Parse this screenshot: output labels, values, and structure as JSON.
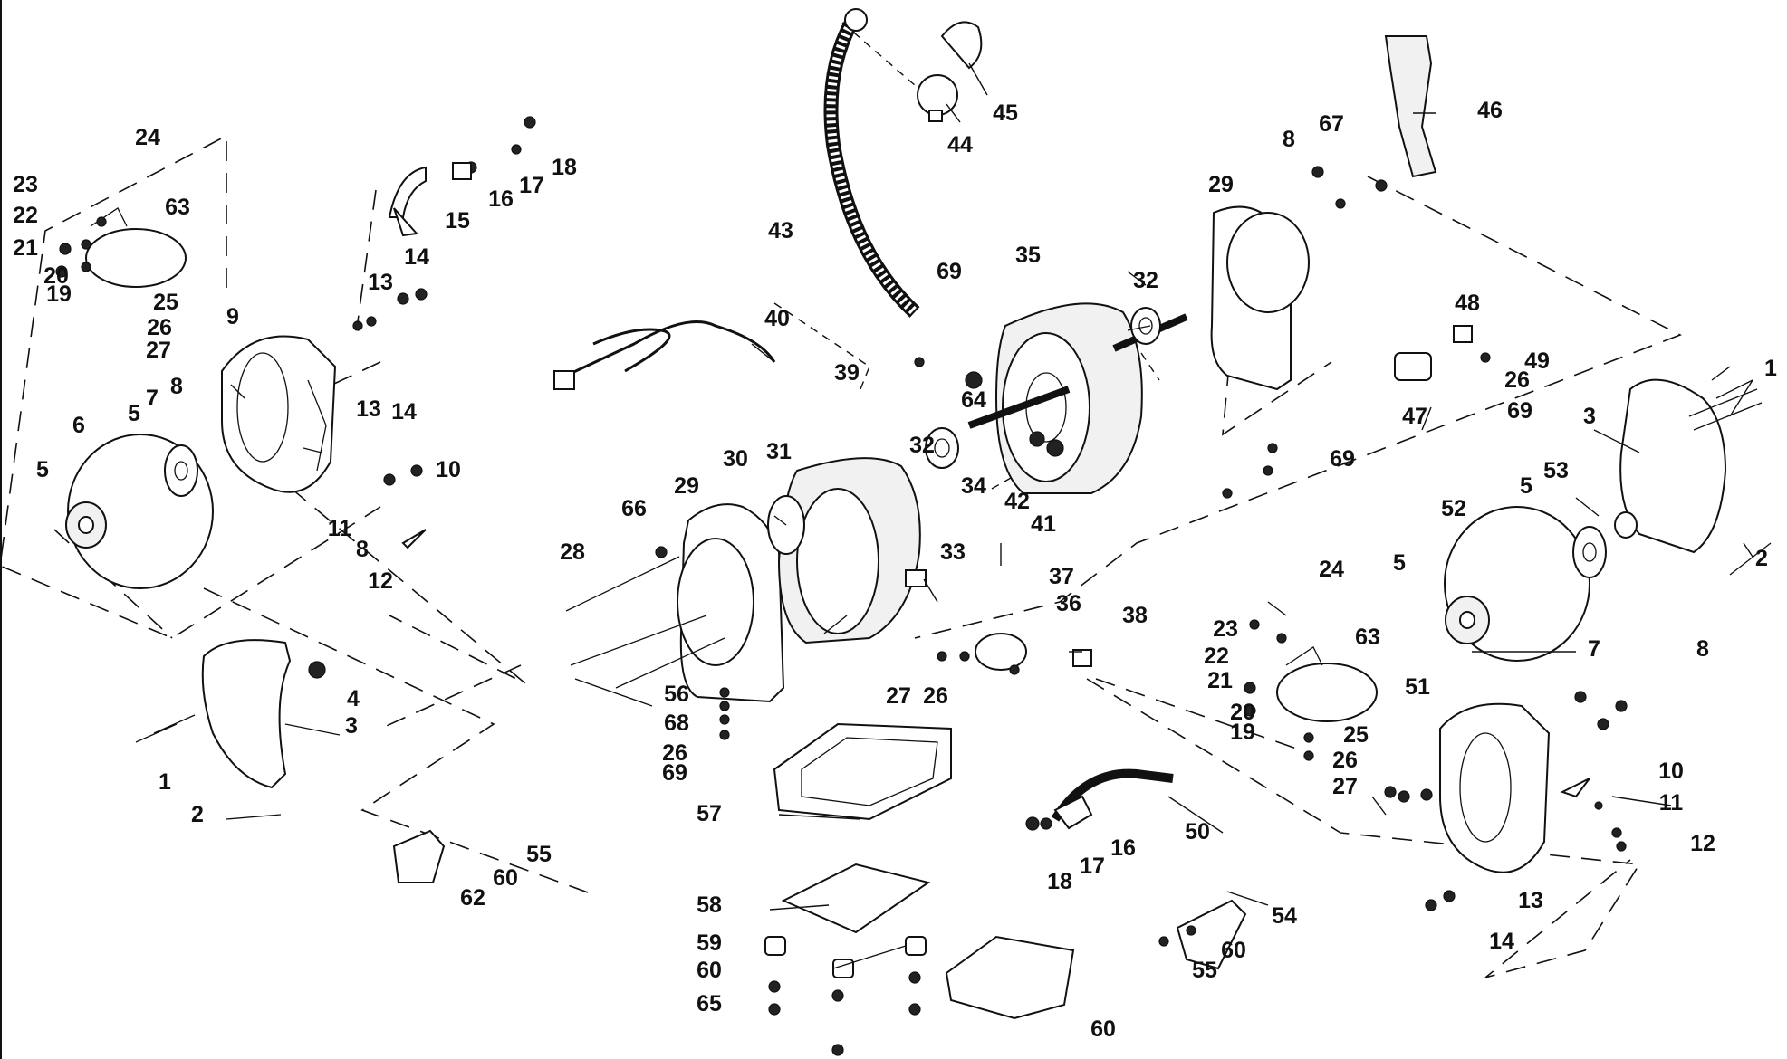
{
  "diagram": {
    "labels": [
      "1",
      "1",
      "2",
      "2",
      "3",
      "3",
      "4",
      "5",
      "5",
      "5",
      "5",
      "6",
      "7",
      "7",
      "8",
      "8",
      "8",
      "8",
      "9",
      "10",
      "10",
      "11",
      "11",
      "12",
      "12",
      "13",
      "13",
      "13",
      "14",
      "14",
      "14",
      "15",
      "16",
      "16",
      "17",
      "17",
      "18",
      "18",
      "19",
      "19",
      "20",
      "20",
      "21",
      "21",
      "22",
      "22",
      "23",
      "23",
      "24",
      "24",
      "25",
      "25",
      "26",
      "26",
      "26",
      "26",
      "26",
      "27",
      "27",
      "27",
      "28",
      "29",
      "29",
      "30",
      "31",
      "32",
      "32",
      "33",
      "34",
      "35",
      "36",
      "37",
      "38",
      "39",
      "40",
      "41",
      "42",
      "43",
      "44",
      "45",
      "46",
      "47",
      "48",
      "49",
      "50",
      "51",
      "52",
      "53",
      "54",
      "55",
      "55",
      "56",
      "57",
      "58",
      "59",
      "60",
      "60",
      "60",
      "60",
      "62",
      "63",
      "63",
      "64",
      "65",
      "66",
      "67",
      "68",
      "69",
      "69",
      "69",
      "69"
    ]
  }
}
